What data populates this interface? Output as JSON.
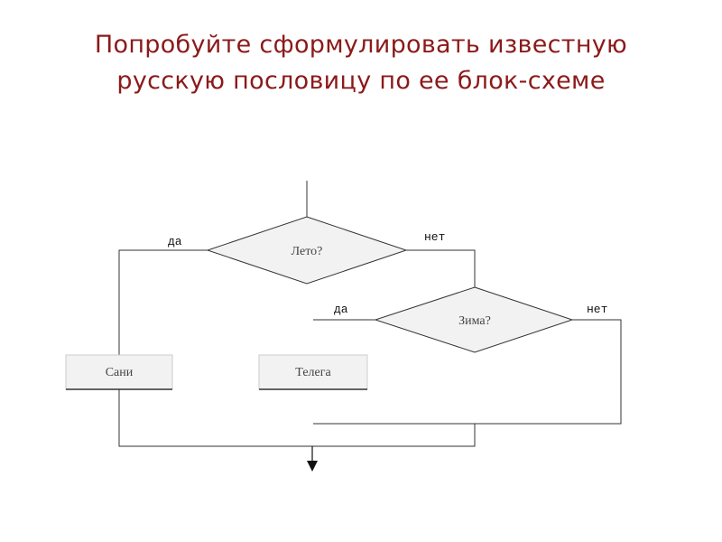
{
  "title": {
    "line1": "Попробуйте сформулировать известную",
    "line2": "русскую пословицу по ее блок-схеме"
  },
  "flowchart": {
    "decision1": {
      "label": "Лето?",
      "yes": "да",
      "no": "нет"
    },
    "decision2": {
      "label": "Зима?",
      "yes": "да",
      "no": "нет"
    },
    "box_yes": {
      "label": "Сани"
    },
    "box_mid": {
      "label": "Телега"
    }
  },
  "colors": {
    "title": "#8b1a1a",
    "lines": "#333333",
    "box_fill": "#f2f2f2"
  }
}
